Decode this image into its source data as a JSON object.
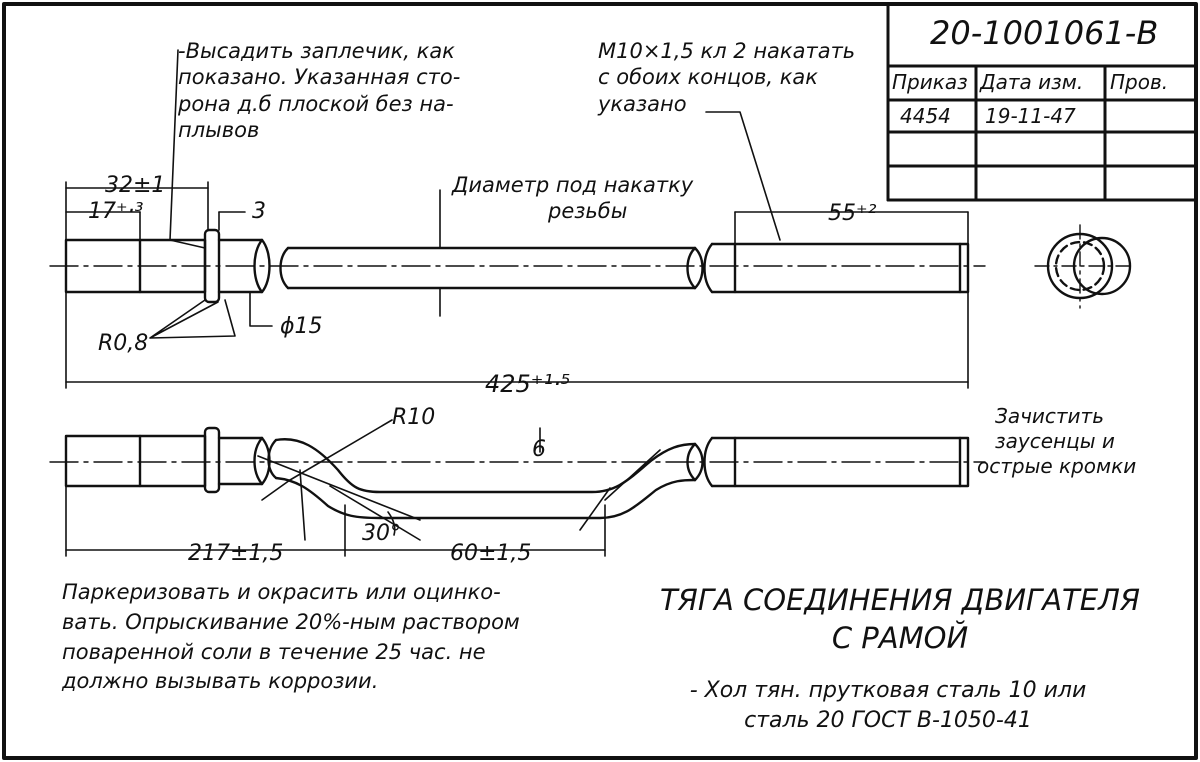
{
  "stamp": {
    "drawing_number": "20-1001061-В",
    "headers": [
      "Приказ",
      "Дата изм.",
      "Пров."
    ],
    "row": [
      "4454",
      "19-11-47",
      ""
    ]
  },
  "notes": {
    "upset": [
      "-Высадить заплечик, как",
      "показано. Указанная сто-",
      "рона д.б плоской без на-",
      "плывов"
    ],
    "thread": [
      "М10×1,5 кл 2 накатать",
      "с обоих концов, как",
      "указано"
    ],
    "diameter": [
      "Диаметр под накатку",
      "резьбы"
    ],
    "deburr": [
      "Зачистить",
      "заусенцы и",
      "острые кромки"
    ],
    "finish": [
      "Паркеризовать и окрасить или оцинко-",
      "вать. Опрыскивание 20%-ным раствором",
      "поваренной соли в течение 25 час. не",
      "должно вызывать коррозии."
    ],
    "title": [
      "ТЯГА СОЕДИНЕНИЯ ДВИГАТЕЛЯ",
      "С РАМОЙ"
    ],
    "material": [
      "- Хол тян. прутковая сталь 10 или",
      "сталь 20 ГОСТ В-1050-41"
    ]
  },
  "dims": {
    "d32": "32±1",
    "d17": "17⁺·³",
    "d3": "3",
    "d55": "55⁺²",
    "d425": "425⁺¹·⁵",
    "r08": "R0,8",
    "phi15": "ϕ15",
    "r10": "R10",
    "a30": "30°",
    "d6": "6",
    "d217": "217±1,5",
    "d60": "60±1,5"
  }
}
